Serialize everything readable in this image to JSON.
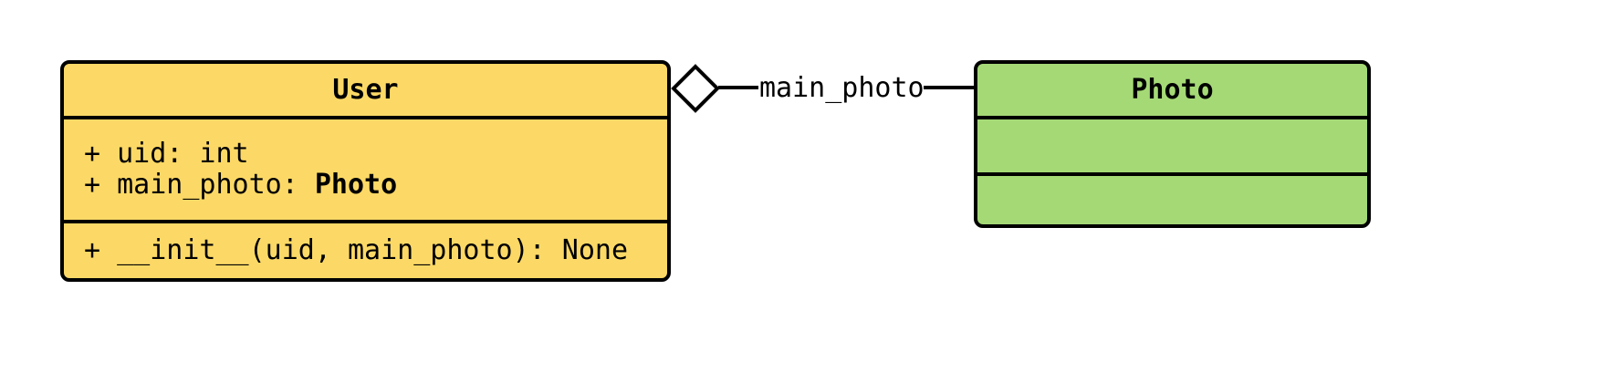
{
  "diagram": {
    "type": "uml-class-diagram",
    "background_color": "#FFFFFF",
    "classes": [
      {
        "name": "User",
        "fill_color": "#FCD966",
        "border_color": "#000000",
        "attributes": [
          {
            "text": "+ uid: int",
            "type_emphasis": ""
          },
          {
            "prefix": "+ main_photo: ",
            "type_emphasis": "Photo"
          }
        ],
        "methods": [
          {
            "text": "+ __init__(uid, main_photo): None"
          }
        ]
      },
      {
        "name": "Photo",
        "fill_color": "#A5D976",
        "border_color": "#000000",
        "attributes": [],
        "methods": []
      }
    ],
    "relationships": [
      {
        "kind": "aggregation",
        "source": "User",
        "target": "Photo",
        "label": "main_photo",
        "marker": "hollow-diamond",
        "marker_fill": "#FFFFFF",
        "line_color": "#000000"
      }
    ]
  }
}
